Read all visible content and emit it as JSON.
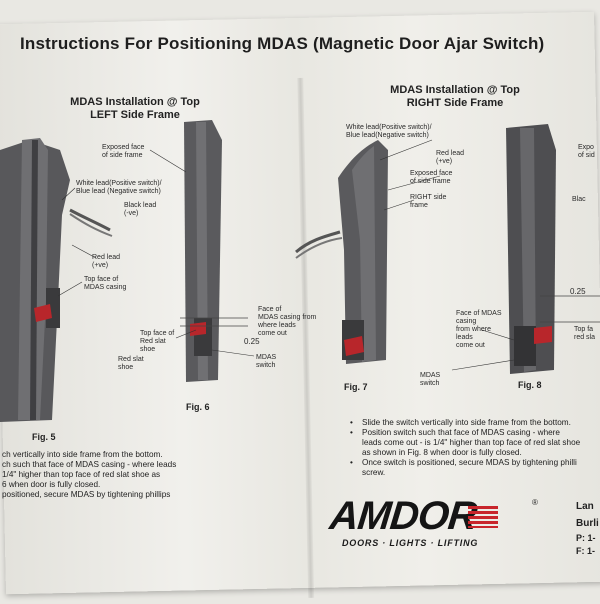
{
  "title": "Instructions For Positioning MDAS (Magnetic Door Ajar Switch)",
  "left_panel": {
    "heading_line1": "MDAS Installation @ Top",
    "heading_line2": "LEFT Side Frame",
    "labels": {
      "exposed_face": "Exposed face\nof side frame",
      "leads": "White lead(Positive switch)/\nBlue lead (Negative switch)",
      "black_lead": "Black lead\n(-ve)",
      "red_lead": "Red lead\n(+ve)",
      "top_face_casing": "Top face of\nMDAS casing",
      "top_face_shoe": "Top face of\nRed slat\nshoe",
      "red_slat_shoe": "Red slat\nshoe",
      "face_casing_leads": "Face of\nMDAS casing from\nwhere leads\ncome out",
      "dimension": "0.25",
      "mdas_switch": "MDAS\nswitch"
    },
    "fig5": "Fig. 5",
    "fig6": "Fig. 6",
    "instructions": [
      "ch vertically into side frame from the bottom.",
      "ch such that face of MDAS casing - where leads",
      "1/4\" higher than top face of red slat shoe as",
      "6 when door is fully closed.",
      "positioned, secure MDAS by tightening phillips"
    ]
  },
  "right_panel": {
    "heading_line1": "MDAS Installation @ Top",
    "heading_line2": "RIGHT Side Frame",
    "labels": {
      "leads": "White lead(Positive switch)/\nBlue lead(Negative switch)",
      "red_lead": "Red lead\n(+ve)",
      "exposed_face": "Exposed face\nof side frame",
      "right_frame": "RIGHT side\nframe",
      "exposed_face_fig8": "Expo\nof sid",
      "black_fig8": "Blac",
      "face_casing_leads": "Face of MDAS\ncasing\nfrom where\nleads\ncome out",
      "dimension": "0.25",
      "top_face_fig8": "Top fa\nred sla",
      "mdas_switch": "MDAS\nswitch"
    },
    "fig7": "Fig. 7",
    "fig8": "Fig. 8",
    "instructions": [
      "Slide the switch vertically into side frame from the bottom.",
      "Position switch such that face of MDAS casing - where",
      "leads come out - is 1/4\" higher than top face of red slat shoe",
      "as shown in Fig. 8 when door is fully closed.",
      "Once switch is positioned, secure MDAS by tightening philli",
      "screw."
    ]
  },
  "logo": {
    "name": "AMDOR",
    "tagline": "DOORS · LIGHTS · LIFTING",
    "registered": "®"
  },
  "contact": {
    "line1": "Lan",
    "line2": "Burli",
    "line3": "P: 1-",
    "line4": "F: 1-"
  },
  "colors": {
    "frame_dark": "#4b4b4e",
    "frame_mid": "#6b6b6e",
    "red_shoe": "#b8262b",
    "logo_red": "#c8252b"
  }
}
